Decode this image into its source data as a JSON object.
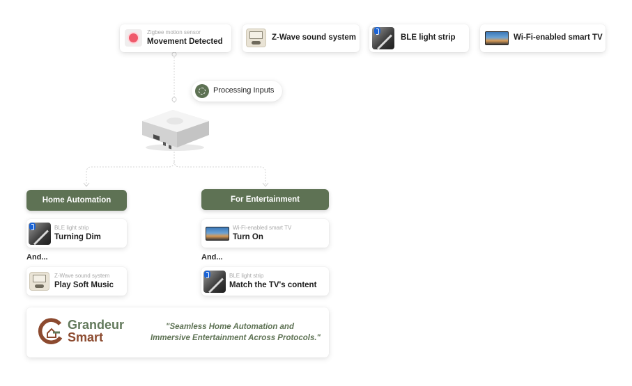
{
  "top_devices": [
    {
      "name": "Zigbee motion sensor",
      "status": "Movement Detected",
      "icon": "motion-sensor-icon"
    },
    {
      "name": "Z-Wave sound system",
      "icon": "speaker-icon"
    },
    {
      "name": "BLE light strip",
      "icon": "light-strip-icon"
    },
    {
      "name": "Wi-Fi-enabled smart TV",
      "icon": "tv-icon"
    }
  ],
  "hub": {
    "processing_label": "Processing Inputs",
    "icon": "hub-device-icon"
  },
  "groups": [
    {
      "title": "Home Automation",
      "actions": [
        {
          "device": "BLE light strip",
          "action": "Turning Dim"
        },
        {
          "device": "Z-Wave sound system",
          "action": "Play Soft Music"
        }
      ]
    },
    {
      "title": "For Entertainment",
      "actions": [
        {
          "device": "Wi-Fi-enabled smart TV",
          "action": "Turn On"
        },
        {
          "device": "BLE light strip",
          "action": "Match the TV's content"
        }
      ]
    }
  ],
  "connector_text": "And...",
  "brand": {
    "logo_line1": "Grandeur",
    "logo_line2": "Smart",
    "tagline_line1": "\"Seamless Home Automation and",
    "tagline_line2": "Immersive Entertainment Across Protocols.\""
  },
  "colors": {
    "accent": "#5e7254",
    "brand_brown": "#8c4a2f",
    "brand_green": "#62795b"
  }
}
